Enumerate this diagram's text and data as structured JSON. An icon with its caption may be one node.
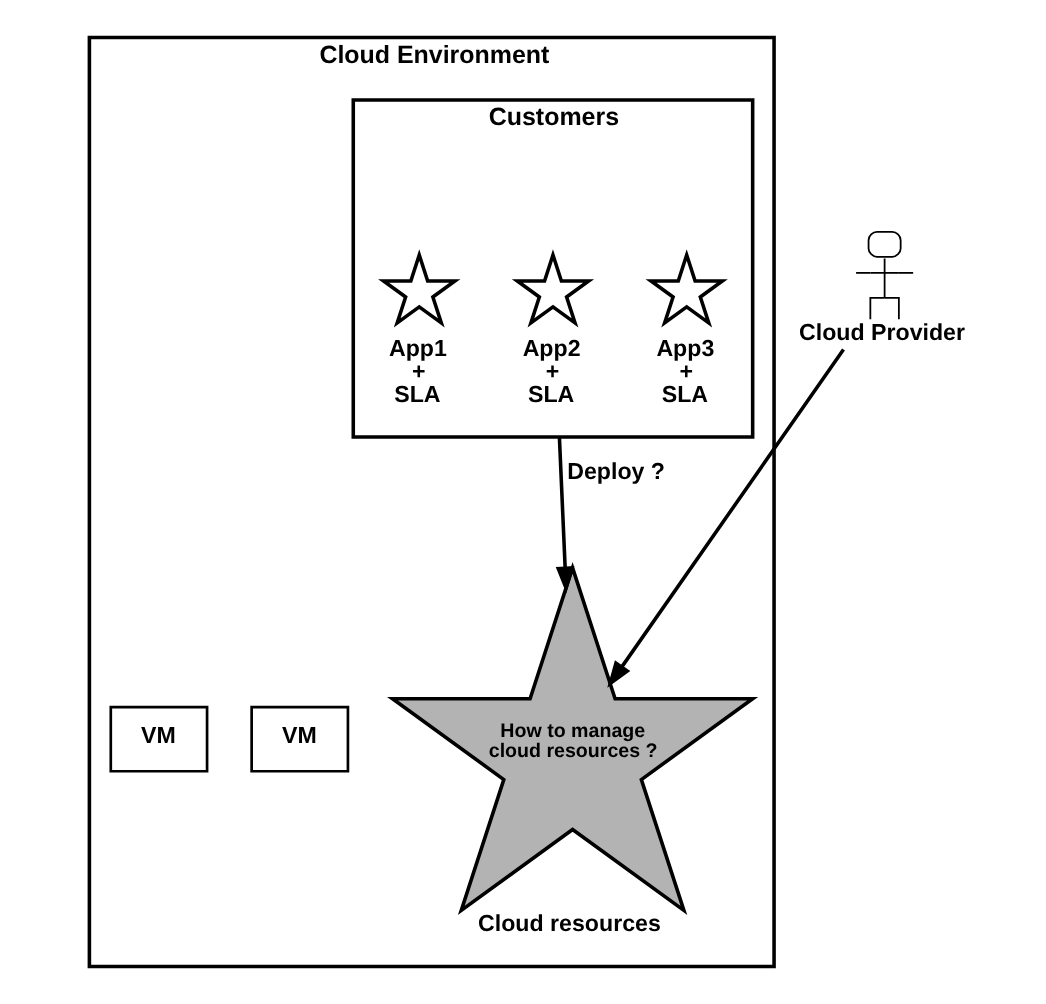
{
  "diagram": {
    "nodes": [
      {
        "text": [
          "Cloud Environment"
        ]
      },
      {
        "text": [
          "Customers"
        ],
        "in": 0
      },
      {
        "text": [],
        "shape": "star",
        "beside": [
          "App1 + SLA"
        ],
        "in": 1
      },
      {
        "text": [],
        "shape": "star",
        "beside": [
          "App2 + SLA"
        ],
        "in": 1
      },
      {
        "text": [],
        "shape": "star",
        "beside": [
          "App3 + SLA"
        ],
        "in": 1
      },
      {
        "text": [],
        "shape": "person",
        "beside": [
          "Cloud Provider"
        ]
      },
      {
        "text": [
          "VM"
        ],
        "in": 0
      },
      {
        "text": [
          "VM"
        ],
        "in": 0
      },
      {
        "text": [
          "How to manage cloud resources ?"
        ],
        "beside": [
          "Cloud resources"
        ],
        "in": 0
      }
    ],
    "edges": [
      {
        "from": 1,
        "to": 8,
        "arrow": "to",
        "label": "Deploy ?"
      },
      {
        "from": 5,
        "to": 8,
        "arrow": "to"
      }
    ]
  }
}
